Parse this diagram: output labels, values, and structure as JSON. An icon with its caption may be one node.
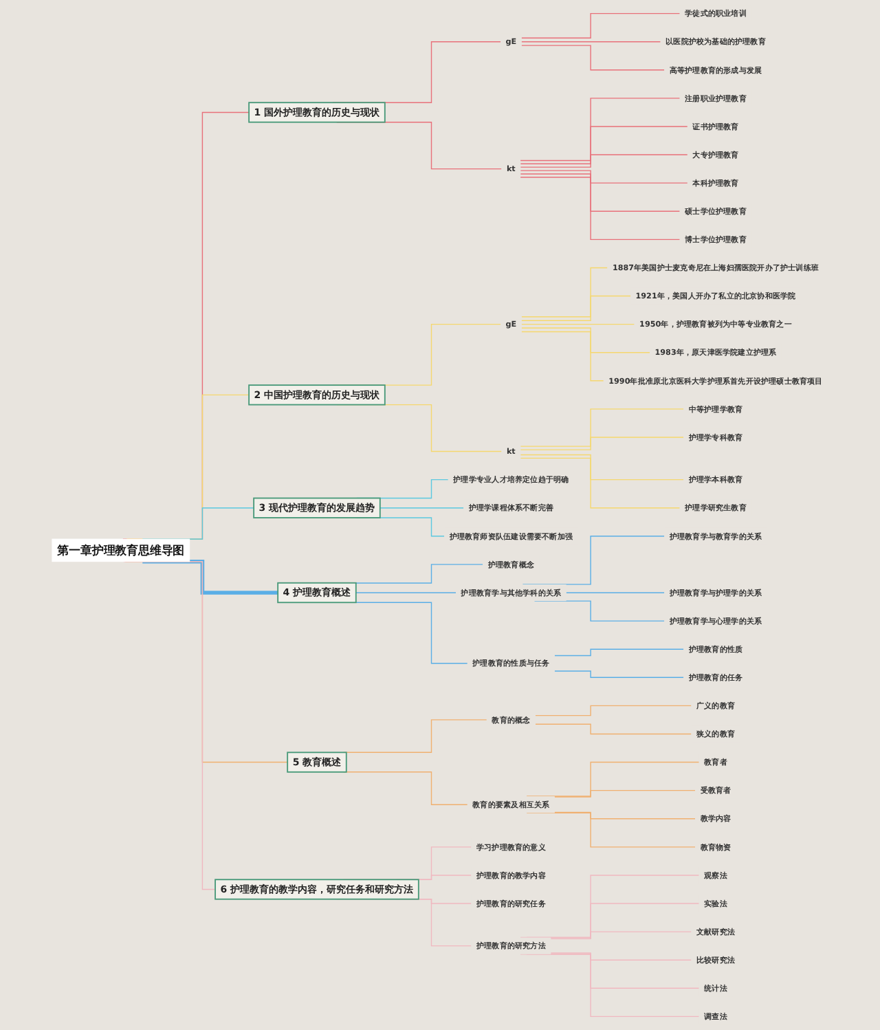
{
  "diagram": {
    "nodes": [
      {
        "text": [
          "第一章护理教育思维导图"
        ]
      },
      {
        "text": [
          "1 国外护理教育的历史与现状"
        ]
      },
      {
        "text": [
          "gE"
        ]
      },
      {
        "text": [
          "学徒式的职业培训"
        ]
      },
      {
        "text": [
          "以医院护校为基础的护理教育"
        ]
      },
      {
        "text": [
          "高等护理教育的形成与发展"
        ]
      },
      {
        "text": [
          "kt"
        ]
      },
      {
        "text": [
          "注册职业护理教育"
        ]
      },
      {
        "text": [
          "证书护理教育"
        ]
      },
      {
        "text": [
          "大专护理教育"
        ]
      },
      {
        "text": [
          "本科护理教育"
        ]
      },
      {
        "text": [
          "硕士学位护理教育"
        ]
      },
      {
        "text": [
          "博士学位护理教育"
        ]
      },
      {
        "text": [
          "2 中国护理教育的历史与现状"
        ]
      },
      {
        "text": [
          "gE"
        ]
      },
      {
        "text": [
          "1887年美国护士麦克奇尼在上海妇孺医院开办了护士训练班"
        ]
      },
      {
        "text": [
          "1921年，美国人开办了私立的北京协和医学院"
        ]
      },
      {
        "text": [
          "1950年，护理教育被列为中等专业教育之一"
        ]
      },
      {
        "text": [
          "1983年，原天津医学院建立护理系"
        ]
      },
      {
        "text": [
          "1990年批准原北京医科大学护理系首先开设护理硕士教育项目"
        ]
      },
      {
        "text": [
          "kt"
        ]
      },
      {
        "text": [
          "中等护理学教育"
        ]
      },
      {
        "text": [
          "护理学专科教育"
        ]
      },
      {
        "text": [
          "护理学本科教育"
        ]
      },
      {
        "text": [
          "护理学研究生教育"
        ]
      },
      {
        "text": [
          "3 现代护理教育的发展趋势"
        ]
      },
      {
        "text": [
          "护理学专业人才培养定位趋于明确"
        ]
      },
      {
        "text": [
          "护理学课程体系不断完善"
        ]
      },
      {
        "text": [
          "护理教育师资队伍建设需要不断加强"
        ]
      },
      {
        "text": [
          "4 护理教育概述"
        ]
      },
      {
        "text": [
          "护理教育概念"
        ]
      },
      {
        "text": [
          "护理教育学与其他学科的关系"
        ]
      },
      {
        "text": [
          "护理教育学与教育学的关系"
        ]
      },
      {
        "text": [
          "护理教育学与护理学的关系"
        ]
      },
      {
        "text": [
          "护理教育学与心理学的关系"
        ]
      },
      {
        "text": [
          "护理教育的性质与任务"
        ]
      },
      {
        "text": [
          "护理教育的性质"
        ]
      },
      {
        "text": [
          "护理教育的任务"
        ]
      },
      {
        "text": [
          "5 教育概述"
        ]
      },
      {
        "text": [
          "教育的概念"
        ]
      },
      {
        "text": [
          "广义的教育"
        ]
      },
      {
        "text": [
          "狭义的教育"
        ]
      },
      {
        "text": [
          "教育的要素及相互关系"
        ]
      },
      {
        "text": [
          "教育者"
        ]
      },
      {
        "text": [
          "受教育者"
        ]
      },
      {
        "text": [
          "教学内容"
        ]
      },
      {
        "text": [
          "教育物资"
        ]
      },
      {
        "text": [
          "6 护理教育的教学内容，研究任务和研究方法"
        ]
      },
      {
        "text": [
          "学习护理教育的意义"
        ]
      },
      {
        "text": [
          "护理教育的教学内容"
        ]
      },
      {
        "text": [
          "护理教育的研究任务"
        ]
      },
      {
        "text": [
          "护理教育的研究方法"
        ]
      },
      {
        "text": [
          "观察法"
        ]
      },
      {
        "text": [
          "实验法"
        ]
      },
      {
        "text": [
          "文献研究法"
        ]
      },
      {
        "text": [
          "比较研究法"
        ]
      },
      {
        "text": [
          "统计法"
        ]
      },
      {
        "text": [
          "调查法"
        ]
      }
    ],
    "edges": [
      {
        "from": 0,
        "to": 1,
        "arrow": "none",
        "color": "#e8707a"
      },
      {
        "from": 1,
        "to": 2,
        "arrow": "none",
        "color": "#e8707a"
      },
      {
        "from": 2,
        "to": 3,
        "arrow": "none",
        "color": "#e8707a"
      },
      {
        "from": 2,
        "to": 4,
        "arrow": "none",
        "color": "#e8707a"
      },
      {
        "from": 2,
        "to": 5,
        "arrow": "none",
        "color": "#e8707a"
      },
      {
        "from": 1,
        "to": 6,
        "arrow": "none",
        "color": "#e8707a"
      },
      {
        "from": 6,
        "to": 7,
        "arrow": "none",
        "color": "#e8707a"
      },
      {
        "from": 6,
        "to": 8,
        "arrow": "none",
        "color": "#e8707a"
      },
      {
        "from": 6,
        "to": 9,
        "arrow": "none",
        "color": "#e8707a"
      },
      {
        "from": 6,
        "to": 10,
        "arrow": "none",
        "color": "#e8707a"
      },
      {
        "from": 6,
        "to": 11,
        "arrow": "none",
        "color": "#e8707a"
      },
      {
        "from": 6,
        "to": 12,
        "arrow": "none",
        "color": "#e8707a"
      },
      {
        "from": 0,
        "to": 13,
        "arrow": "none",
        "color": "#f5d76e"
      },
      {
        "from": 13,
        "to": 14,
        "arrow": "none",
        "color": "#f5d76e"
      },
      {
        "from": 14,
        "to": 15,
        "arrow": "none",
        "color": "#f5d76e"
      },
      {
        "from": 14,
        "to": 16,
        "arrow": "none",
        "color": "#f5d76e"
      },
      {
        "from": 14,
        "to": 17,
        "arrow": "none",
        "color": "#f5d76e"
      },
      {
        "from": 14,
        "to": 18,
        "arrow": "none",
        "color": "#f5d76e"
      },
      {
        "from": 14,
        "to": 19,
        "arrow": "none",
        "color": "#f5d76e"
      },
      {
        "from": 13,
        "to": 20,
        "arrow": "none",
        "color": "#f5d76e"
      },
      {
        "from": 20,
        "to": 21,
        "arrow": "none",
        "color": "#f5d76e"
      },
      {
        "from": 20,
        "to": 22,
        "arrow": "none",
        "color": "#f5d76e"
      },
      {
        "from": 20,
        "to": 23,
        "arrow": "none",
        "color": "#f5d76e"
      },
      {
        "from": 20,
        "to": 24,
        "arrow": "none",
        "color": "#f5d76e"
      },
      {
        "from": 0,
        "to": 25,
        "arrow": "none",
        "color": "#5bc8e0"
      },
      {
        "from": 25,
        "to": 26,
        "arrow": "none",
        "color": "#5bc8e0"
      },
      {
        "from": 25,
        "to": 27,
        "arrow": "none",
        "color": "#5bc8e0"
      },
      {
        "from": 25,
        "to": 28,
        "arrow": "none",
        "color": "#5bc8e0"
      },
      {
        "from": 0,
        "to": 29,
        "arrow": "none",
        "style": "thick",
        "color": "#5aaee6"
      },
      {
        "from": 29,
        "to": 30,
        "arrow": "none",
        "color": "#5aaee6"
      },
      {
        "from": 29,
        "to": 31,
        "arrow": "none",
        "color": "#5aaee6"
      },
      {
        "from": 31,
        "to": 32,
        "arrow": "none",
        "color": "#5aaee6"
      },
      {
        "from": 31,
        "to": 33,
        "arrow": "none",
        "color": "#5aaee6"
      },
      {
        "from": 31,
        "to": 34,
        "arrow": "none",
        "color": "#5aaee6"
      },
      {
        "from": 29,
        "to": 35,
        "arrow": "none",
        "color": "#5aaee6"
      },
      {
        "from": 35,
        "to": 36,
        "arrow": "none",
        "color": "#5aaee6"
      },
      {
        "from": 35,
        "to": 37,
        "arrow": "none",
        "color": "#5aaee6"
      },
      {
        "from": 0,
        "to": 38,
        "arrow": "none",
        "color": "#f0b070"
      },
      {
        "from": 38,
        "to": 39,
        "arrow": "none",
        "color": "#f0b070"
      },
      {
        "from": 39,
        "to": 40,
        "arrow": "none",
        "color": "#f0b070"
      },
      {
        "from": 39,
        "to": 41,
        "arrow": "none",
        "color": "#f0b070"
      },
      {
        "from": 38,
        "to": 42,
        "arrow": "none",
        "color": "#f0b070"
      },
      {
        "from": 42,
        "to": 43,
        "arrow": "none",
        "color": "#f0b070"
      },
      {
        "from": 42,
        "to": 44,
        "arrow": "none",
        "color": "#f0b070"
      },
      {
        "from": 42,
        "to": 45,
        "arrow": "none",
        "color": "#f0b070"
      },
      {
        "from": 42,
        "to": 46,
        "arrow": "none",
        "color": "#f0b070"
      },
      {
        "from": 0,
        "to": 47,
        "arrow": "none",
        "color": "#f0b8c0"
      },
      {
        "from": 47,
        "to": 48,
        "arrow": "none",
        "color": "#f0b8c0"
      },
      {
        "from": 47,
        "to": 49,
        "arrow": "none",
        "color": "#f0b8c0"
      },
      {
        "from": 47,
        "to": 50,
        "arrow": "none",
        "color": "#f0b8c0"
      },
      {
        "from": 47,
        "to": 51,
        "arrow": "none",
        "color": "#f0b8c0"
      },
      {
        "from": 51,
        "to": 52,
        "arrow": "none",
        "color": "#f0b8c0"
      },
      {
        "from": 51,
        "to": 53,
        "arrow": "none",
        "color": "#f0b8c0"
      },
      {
        "from": 51,
        "to": 54,
        "arrow": "none",
        "color": "#f0b8c0"
      },
      {
        "from": 51,
        "to": 55,
        "arrow": "none",
        "color": "#f0b8c0"
      },
      {
        "from": 51,
        "to": 56,
        "arrow": "none",
        "color": "#f0b8c0"
      },
      {
        "from": 51,
        "to": 57,
        "arrow": "none",
        "color": "#f0b8c0"
      }
    ]
  }
}
